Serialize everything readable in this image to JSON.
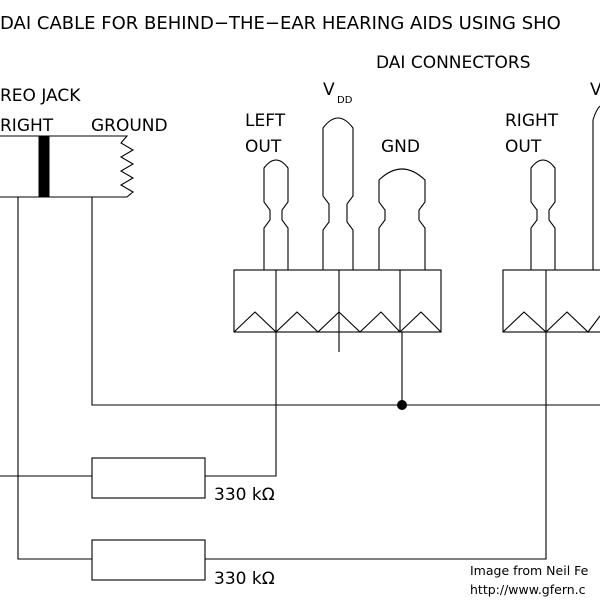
{
  "title": "DAI CABLE FOR BEHIND−THE−EAR HEARING AIDS USING SHO",
  "labels": {
    "dai_connectors": "DAI CONNECTORS",
    "stereo_jack": "REO JACK",
    "right": "RIGHT",
    "ground": "GROUND",
    "left": "LEFT",
    "out_left": "OUT",
    "vdd_main": "V",
    "vdd_sub": "DD",
    "gnd": "GND",
    "right_out_right": "RIGHT",
    "out_right": "OUT",
    "vdd_right_partial": "V"
  },
  "resistors": {
    "r1": "330 kΩ",
    "r2": "330 kΩ"
  },
  "credit": {
    "line1": "Image from Neil Fe",
    "line2": "http://www.gfern.c"
  },
  "colors": {
    "line": "#000000",
    "background": "#ffffff"
  }
}
